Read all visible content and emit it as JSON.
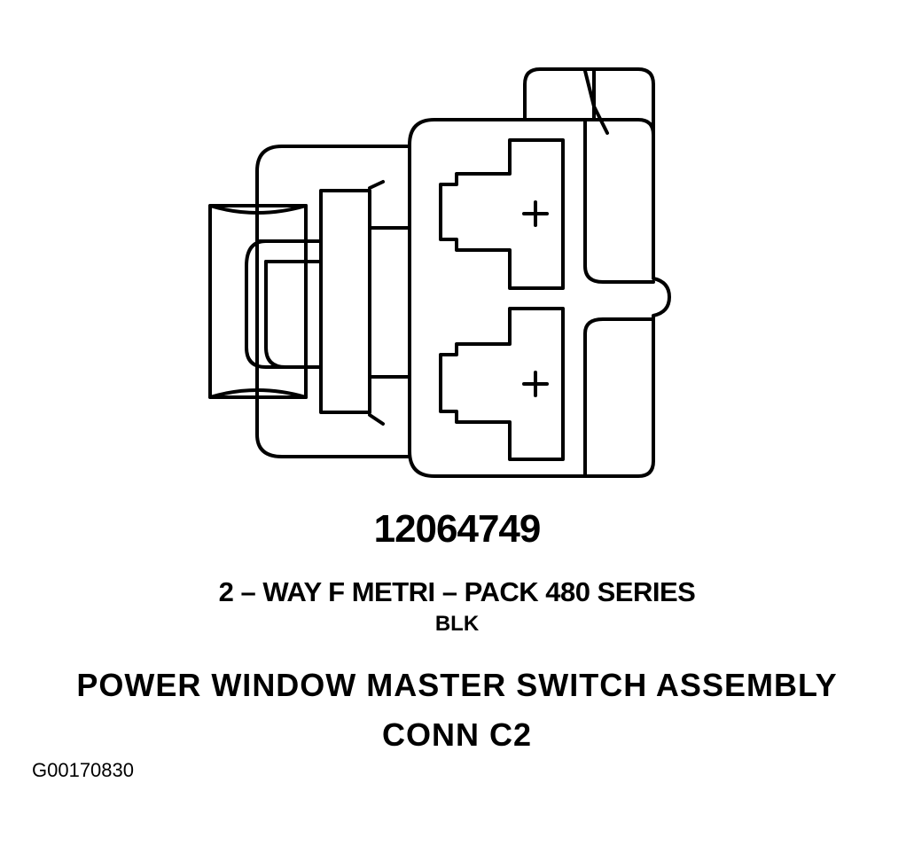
{
  "part_number": "12064749",
  "connector_type": "2 – WAY F METRI – PACK 480 SERIES",
  "color_code": "BLK",
  "title": {
    "line1": "POWER WINDOW MASTER SWITCH ASSEMBLY",
    "line2": "CONN C2"
  },
  "figure_id": "G00170830",
  "terminals": [
    {
      "symbol": "+"
    },
    {
      "symbol": "+"
    }
  ],
  "colors": {
    "stroke": "#000000",
    "background": "#ffffff"
  },
  "icons": [
    "connector-body-drawing",
    "locking-tab-icon",
    "terminal-cavity-icon"
  ]
}
